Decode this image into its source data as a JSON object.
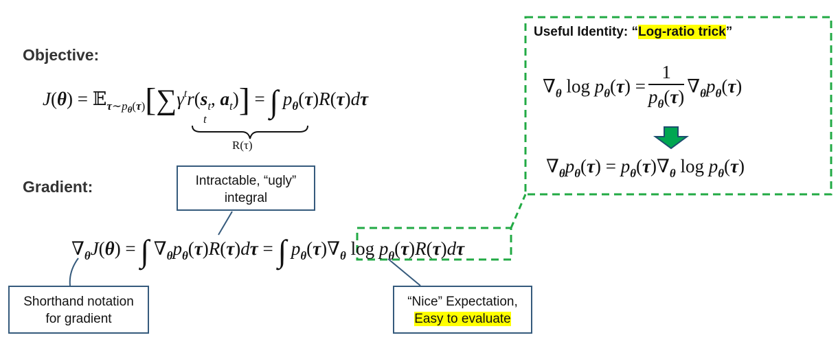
{
  "objective": {
    "heading": "Objective:",
    "under_label": "R(τ)"
  },
  "gradient": {
    "heading": "Gradient:"
  },
  "identity": {
    "title_prefix": "Useful Identity: “",
    "title_highlight": "Log-ratio trick",
    "title_suffix": "”",
    "arrow_color": "#00a651",
    "border_color": "#22aa44"
  },
  "callouts": {
    "intractable": {
      "line1": "Intractable, “ugly”",
      "line2": "integral"
    },
    "shorthand": {
      "line1": "Shorthand notation",
      "line2": "for gradient"
    },
    "nice": {
      "line1": "“Nice” Expectation,",
      "line2": "Easy to evaluate"
    }
  },
  "colors": {
    "callout_border": "#355a7c",
    "highlight": "#ffff00",
    "dashed_green": "#22aa44"
  }
}
